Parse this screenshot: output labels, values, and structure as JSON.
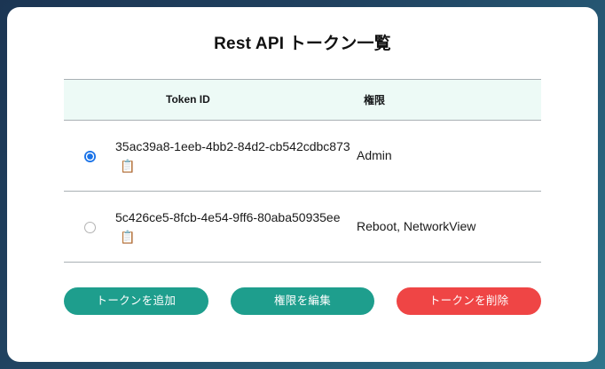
{
  "page": {
    "title": "Rest API トークン一覧"
  },
  "table": {
    "columns": [
      {
        "key": "select",
        "label": ""
      },
      {
        "key": "token_id",
        "label": "Token ID"
      },
      {
        "key": "permission",
        "label": "権限"
      }
    ],
    "rows": [
      {
        "selected": true,
        "token_id": "35ac39a8-1eeb-4bb2-84d2-cb542cdbc873",
        "copy_icon": "📋",
        "permission": "Admin"
      },
      {
        "selected": false,
        "token_id": "5c426ce5-8fcb-4e54-9ff6-80aba50935ee",
        "copy_icon": "📋",
        "permission": "Reboot, NetworkView"
      }
    ]
  },
  "buttons": {
    "add_token": "トークンを追加",
    "edit_permission": "権限を編集",
    "delete_token": "トークンを削除"
  },
  "colors": {
    "background_start": "#1b3553",
    "background_end": "#2f768c",
    "card": "#ffffff",
    "table_header_bg": "#edfaf6",
    "table_border": "#a9b0b4",
    "primary_button": "#1e9e8d",
    "danger_button": "#ef4545",
    "radio_selected": "#1a73e8",
    "radio_unselected": "#b3b3b3",
    "text": "#1a1a1a"
  }
}
